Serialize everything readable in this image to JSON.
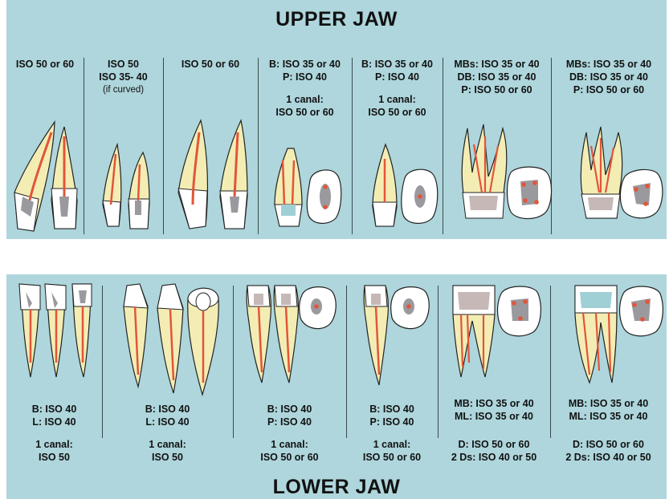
{
  "colors": {
    "background": "#aed6dc",
    "dentin": "#f3edb4",
    "canal": "#e2553a",
    "enamel": "#ffffff",
    "pulp": "#9a9a9e"
  },
  "upper": {
    "title": "UPPER JAW",
    "columns": [
      {
        "lines": [
          "ISO 50 or 60"
        ]
      },
      {
        "lines": [
          "ISO 50",
          "ISO 35- 40"
        ],
        "note": "(if curved)"
      },
      {
        "lines": [
          "ISO 50 or 60"
        ]
      },
      {
        "lines": [
          "B: ISO 35 or 40",
          "P: ISO 40"
        ],
        "lines2": [
          "1 canal:",
          "ISO 50 or 60"
        ]
      },
      {
        "lines": [
          "B: ISO 35 or 40",
          "P: ISO 40"
        ],
        "lines2": [
          "1 canal:",
          "ISO 50 or 60"
        ]
      },
      {
        "lines": [
          "MBs: ISO 35 or 40",
          "DB: ISO 35 or 40",
          "P: ISO 50 or 60"
        ]
      },
      {
        "lines": [
          "MBs: ISO 35 or 40",
          "DB: ISO 35 or 40",
          "P: ISO 50 or 60"
        ]
      }
    ]
  },
  "lower": {
    "title": "LOWER JAW",
    "columns": [
      {
        "lines": [
          "B: ISO 40",
          "L: ISO 40"
        ],
        "lines2": [
          "1 canal:",
          "ISO 50"
        ]
      },
      {
        "lines": [
          "B: ISO 40",
          "L: ISO 40"
        ],
        "lines2": [
          "1 canal:",
          "ISO 50"
        ]
      },
      {
        "lines": [
          "B: ISO 40",
          "P: ISO 40"
        ],
        "lines2": [
          "1 canal:",
          "ISO 50 or 60"
        ]
      },
      {
        "lines": [
          "B: ISO 40",
          "P: ISO 40"
        ],
        "lines2": [
          "1 canal:",
          "ISO 50 or 60"
        ]
      },
      {
        "lines": [
          "MB: ISO 35 or 40",
          "ML: ISO 35 or 40"
        ],
        "lines2": [
          "D: ISO 50 or 60",
          "2 Ds: ISO 40 or 50"
        ]
      },
      {
        "lines": [
          "MB: ISO 35 or 40",
          "ML: ISO 35 or 40"
        ],
        "lines2": [
          "D: ISO 50 or 60",
          "2 Ds: ISO 40 or 50"
        ]
      }
    ]
  }
}
